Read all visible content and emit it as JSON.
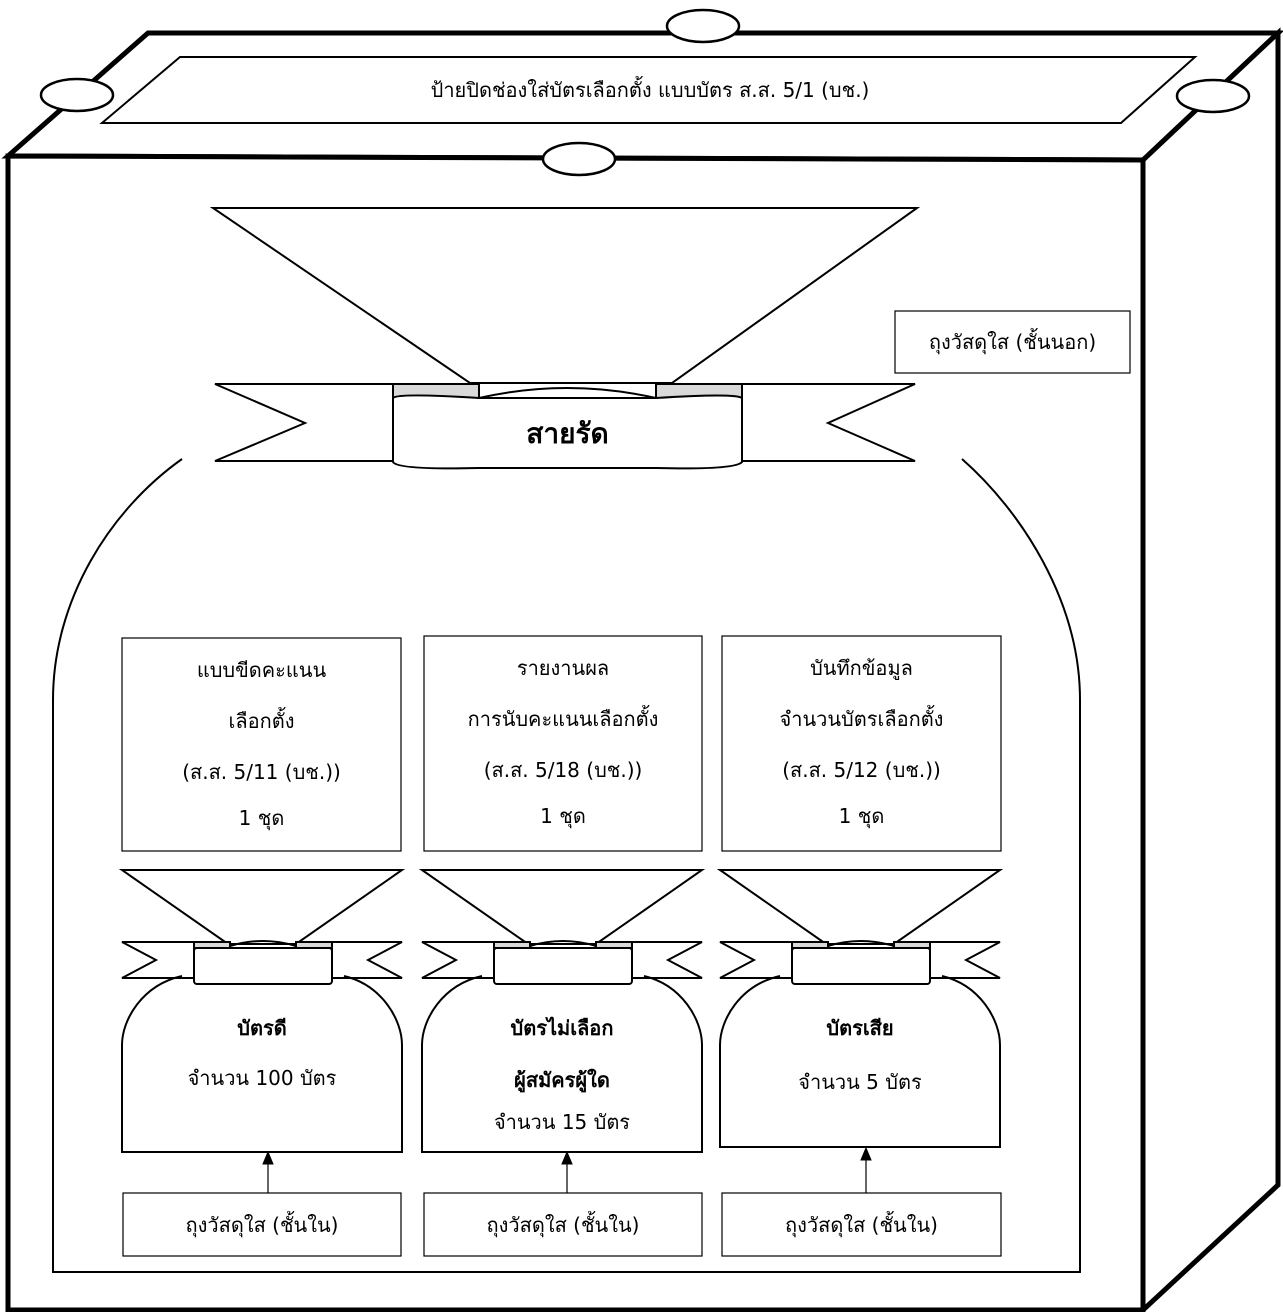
{
  "box_lid_label": "ป้ายปิดช่องใส่บัตรเลือกตั้ง แบบบัตร ส.ส. 5/1 (บช.)",
  "outer_bag_label": "ถุงวัสดุใส (ชั้นนอก)",
  "strap_label": "สายรัด",
  "documents": [
    {
      "lines": [
        "แบบขีดคะแนน",
        "เลือกตั้ง",
        "(ส.ส. 5/11 (บช.))",
        "1 ชุด"
      ]
    },
    {
      "lines": [
        "รายงานผล",
        "การนับคะแนนเลือกตั้ง",
        "(ส.ส. 5/18 (บช.))",
        "1 ชุด"
      ]
    },
    {
      "lines": [
        "บันทึกข้อมูล",
        "จำนวนบัตรเลือกตั้ง",
        "(ส.ส. 5/12 (บช.))",
        "1 ชุด"
      ]
    }
  ],
  "inner_bags": [
    {
      "title": "บัตรดี",
      "count": "จำนวน 100 บัตร",
      "bag_label": "ถุงวัสดุใส (ชั้นใน)"
    },
    {
      "title_line1": "บัตรไม่เลือก",
      "title_line2": "ผู้สมัครผู้ใด",
      "count": "จำนวน 15 บัตร",
      "bag_label": "ถุงวัสดุใส (ชั้นใน)"
    },
    {
      "title": "บัตรเสีย",
      "count": "จำนวน 5 บัตร",
      "bag_label": "ถุงวัสดุใส (ชั้นใน)"
    }
  ]
}
